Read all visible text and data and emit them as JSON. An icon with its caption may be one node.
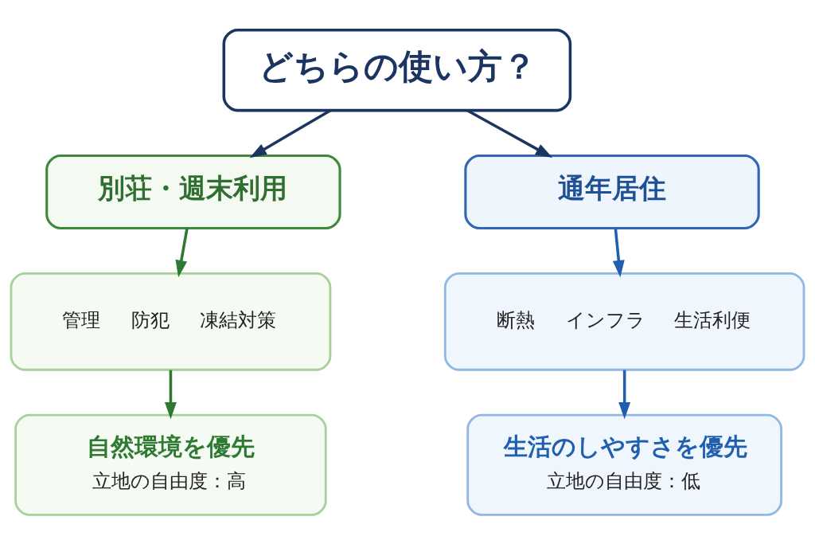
{
  "diagram": {
    "nodes": [
      {
        "text": [
          "どちらの使い方？"
        ]
      },
      {
        "text": [
          "別荘・週末利用"
        ]
      },
      {
        "text": [
          "通年居住"
        ]
      },
      {
        "text": [
          "管理",
          "防犯",
          "凍結対策"
        ]
      },
      {
        "text": [
          "断熱",
          "インフラ",
          "生活利便"
        ]
      },
      {
        "text": [
          "自然環境を優先",
          "立地の自由度：高"
        ]
      },
      {
        "text": [
          "生活のしやすさを優先",
          "立地の自由度：低"
        ]
      }
    ],
    "edges": [
      {
        "from": 0,
        "to": 1,
        "arrow": "to",
        "color": "#1c3461"
      },
      {
        "from": 0,
        "to": 2,
        "arrow": "to",
        "color": "#1c3461"
      },
      {
        "from": 1,
        "to": 3,
        "arrow": "to",
        "color": "#2f7a33"
      },
      {
        "from": 2,
        "to": 4,
        "arrow": "to",
        "color": "#1f5fad"
      },
      {
        "from": 3,
        "to": 5,
        "arrow": "to",
        "color": "#2f7a33"
      },
      {
        "from": 4,
        "to": 6,
        "arrow": "to",
        "color": "#1f5fad"
      }
    ]
  }
}
